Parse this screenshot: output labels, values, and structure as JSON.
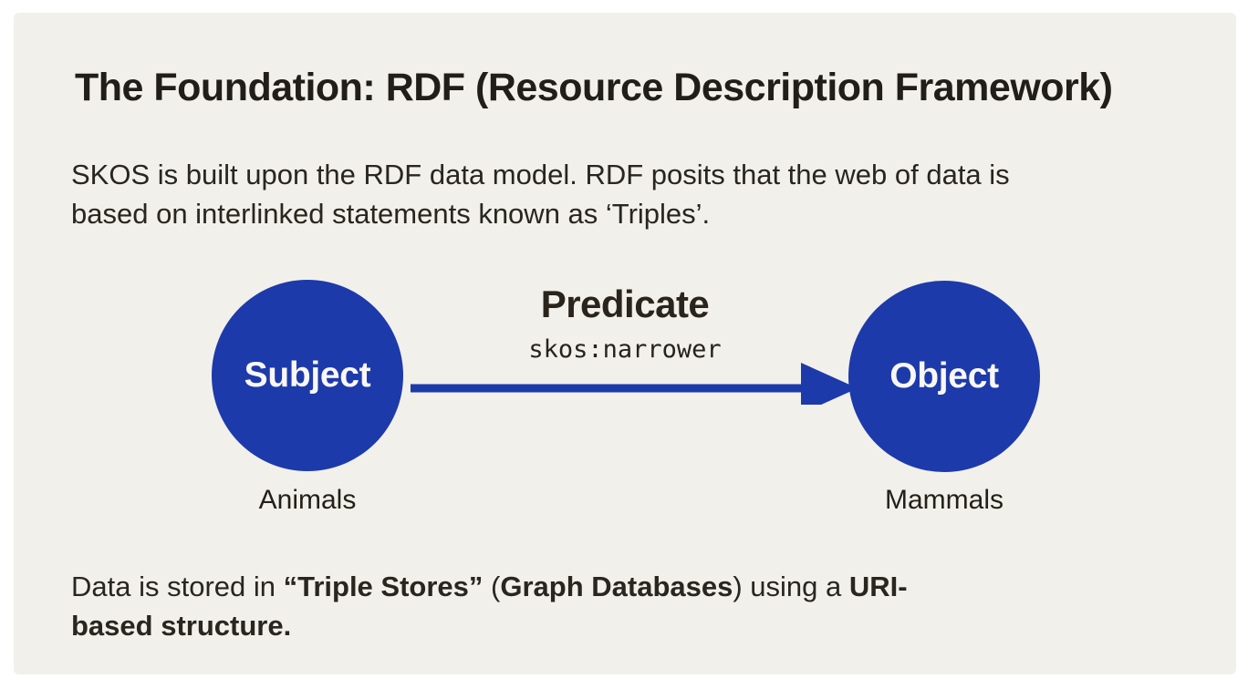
{
  "colors": {
    "background": "#ffffff",
    "panel": "#f1f0ea",
    "node_blue": "#1d3aab",
    "text_dark": "#211d18",
    "node_text": "#f8f7f3"
  },
  "slide": {
    "title": "The Foundation: RDF (Resource Description Framework)",
    "intro": "SKOS is built upon the RDF data model. RDF posits that the web of data is\nbased on interlinked statements known as ‘Triples’.",
    "footer_segments": [
      {
        "text": "Data is stored in ",
        "bold": false
      },
      {
        "text": "“Triple Stores”",
        "bold": true
      },
      {
        "text": " (",
        "bold": false
      },
      {
        "text": "Graph Databases",
        "bold": true
      },
      {
        "text": ") using a ",
        "bold": false
      },
      {
        "text": "URI-\nbased structure.",
        "bold": true
      }
    ]
  },
  "diagram": {
    "subject_label": "Subject",
    "subject_caption": "Animals",
    "predicate_label": "Predicate",
    "predicate_property": "skos:narrower",
    "object_label": "Object",
    "object_caption": "Mammals"
  }
}
